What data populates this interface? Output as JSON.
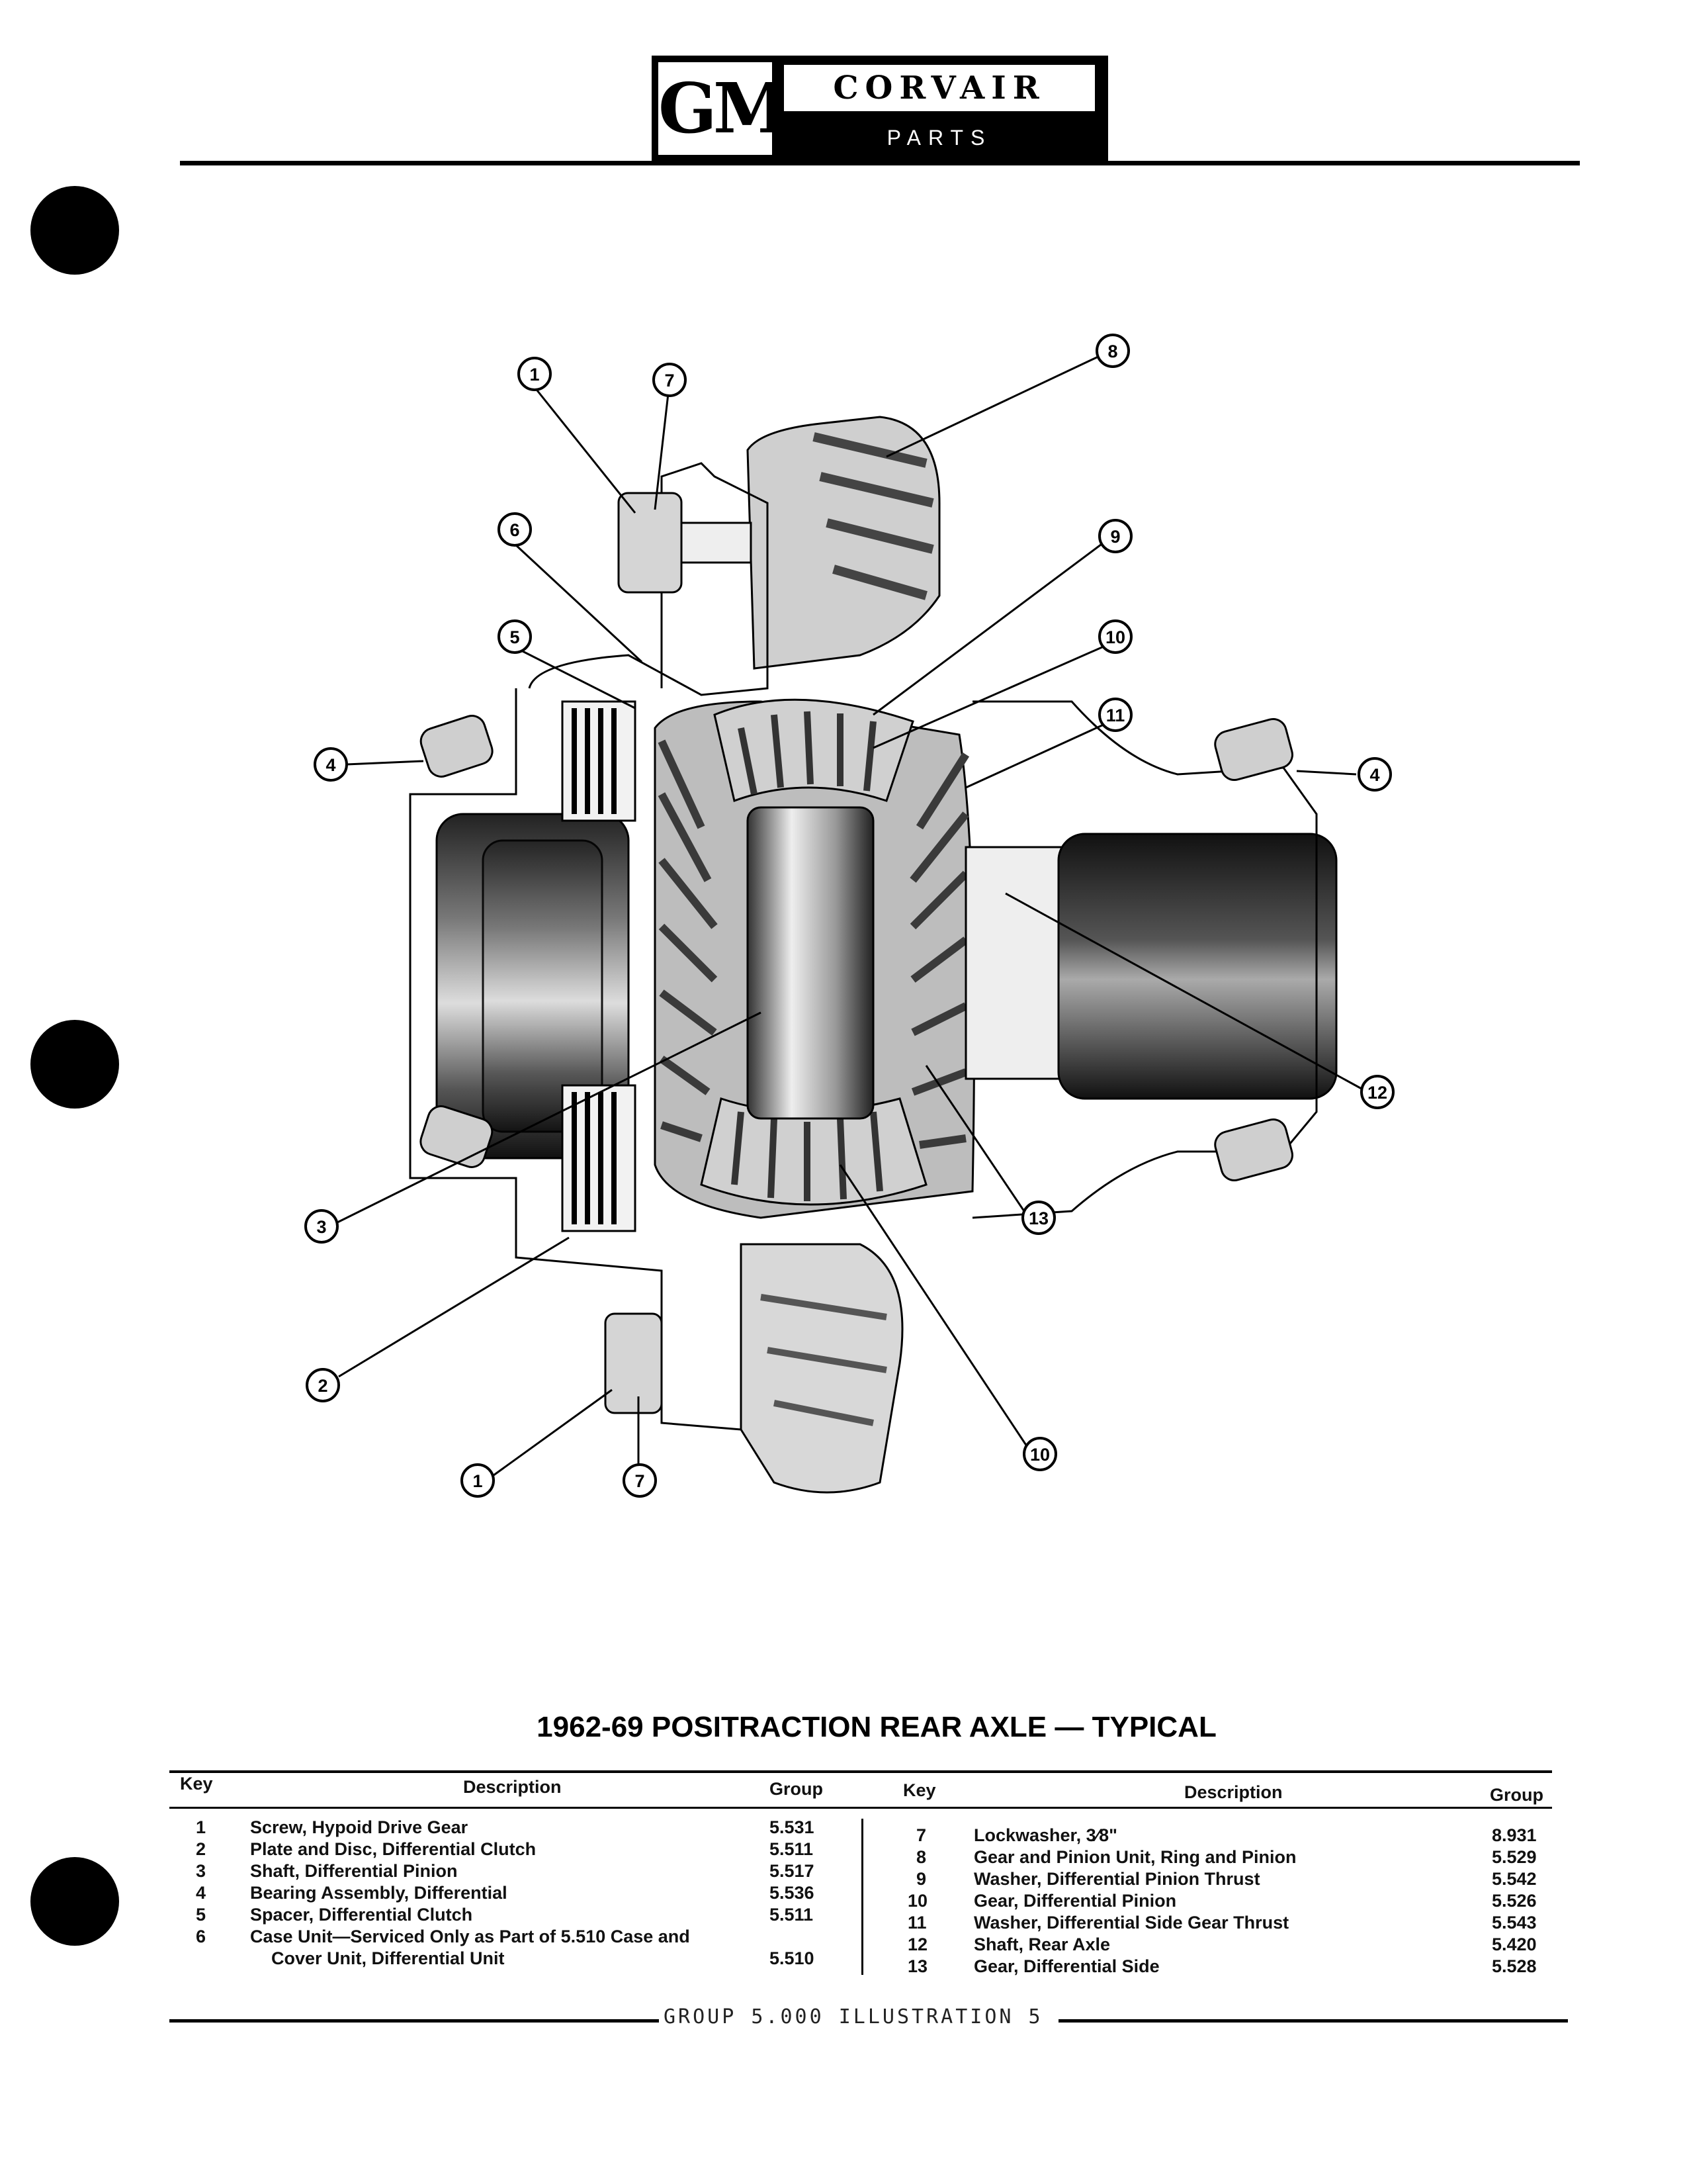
{
  "header": {
    "logo_mark": "GM",
    "brand": "CORVAIR",
    "subtitle": "PARTS CATALOGUE"
  },
  "illustration": {
    "callouts": [
      "1",
      "7",
      "8",
      "6",
      "9",
      "5",
      "10",
      "11",
      "4",
      "4",
      "12",
      "3",
      "13",
      "2",
      "10",
      "1",
      "7"
    ]
  },
  "caption": "1962-69 POSITRACTION REAR AXLE — TYPICAL",
  "table": {
    "headers_left": {
      "key": "Key",
      "description": "Description",
      "group": "Group"
    },
    "headers_right": {
      "key": "Key",
      "description": "Description",
      "group": "Group"
    },
    "left_rows": [
      {
        "key": "1",
        "description": "Screw, Hypoid Drive Gear",
        "group": "5.531"
      },
      {
        "key": "2",
        "description": "Plate and Disc, Differential Clutch",
        "group": "5.511"
      },
      {
        "key": "3",
        "description": "Shaft, Differential Pinion",
        "group": "5.517"
      },
      {
        "key": "4",
        "description": "Bearing Assembly, Differential",
        "group": "5.536"
      },
      {
        "key": "5",
        "description": "Spacer, Differential Clutch",
        "group": "5.511"
      },
      {
        "key": "6",
        "description": "Case Unit—Serviced Only as Part of 5.510 Case and",
        "group": ""
      },
      {
        "key": "",
        "description": "Cover Unit, Differential Unit",
        "group": "5.510"
      }
    ],
    "right_rows": [
      {
        "key": "7",
        "description": "Lockwasher, 3⁄8\"",
        "group": "8.931"
      },
      {
        "key": "8",
        "description": "Gear and Pinion Unit, Ring and Pinion",
        "group": "5.529"
      },
      {
        "key": "9",
        "description": "Washer, Differential Pinion Thrust",
        "group": "5.542"
      },
      {
        "key": "10",
        "description": "Gear, Differential Pinion",
        "group": "5.526"
      },
      {
        "key": "11",
        "description": "Washer, Differential Side Gear Thrust",
        "group": "5.543"
      },
      {
        "key": "12",
        "description": "Shaft, Rear Axle",
        "group": "5.420"
      },
      {
        "key": "13",
        "description": "Gear, Differential Side",
        "group": "5.528"
      }
    ]
  },
  "footer": "GROUP 5.000 ILLUSTRATION 5"
}
